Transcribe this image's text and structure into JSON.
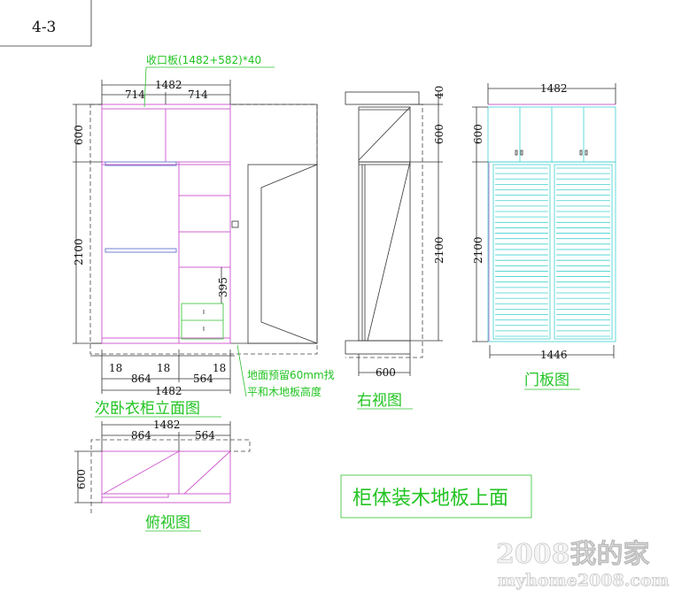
{
  "sheet_number": "4-3",
  "elevation": {
    "title": "次卧衣柜立面图",
    "collar_note": "收口板(1482+582)*40",
    "floor_note_line1": "地面预留60mm找",
    "floor_note_line2": "平和木地板高度",
    "dims": {
      "total_top": "1482",
      "upper_left": "714",
      "upper_right": "714",
      "h_upper": "600",
      "h_lower": "2100",
      "drawer_gap": "395",
      "side1": "18",
      "side2": "18",
      "side3": "18",
      "left_width": "864",
      "right_width": "564",
      "total_bottom": "1482"
    }
  },
  "right_view": {
    "title": "右视图",
    "dims": {
      "collar": "40",
      "h_upper": "600",
      "h_lower": "2100",
      "depth": "600"
    }
  },
  "door_view": {
    "title": "门板图",
    "dims": {
      "top": "1482",
      "bottom": "1446",
      "h_upper": "600",
      "h_lower": "2100"
    },
    "louver_slats": 32
  },
  "top_view": {
    "title": "俯视图",
    "dims": {
      "total": "1482",
      "left": "864",
      "right": "564",
      "depth": "600"
    }
  },
  "callout": "柜体装木地板上面",
  "watermark": {
    "line1": "2008我的家",
    "line2": "myhome2008.com"
  },
  "colors": {
    "carcass": "#d060d0",
    "door": "#40d0d0",
    "annotation": "#22c422"
  }
}
